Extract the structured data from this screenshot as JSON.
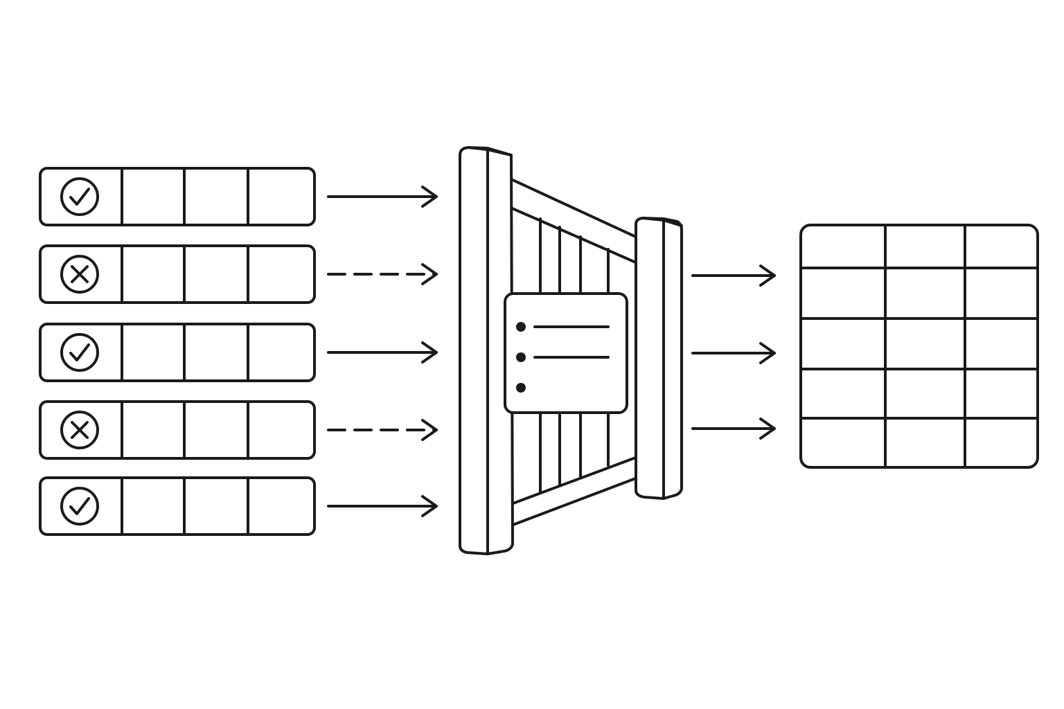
{
  "diagram": {
    "colors": {
      "ink": "#1a1a1a",
      "background": "#ffffff"
    },
    "input_records": [
      {
        "status": "accepted",
        "icon": "check-circle-icon",
        "cells": 4
      },
      {
        "status": "rejected",
        "icon": "x-circle-icon",
        "cells": 4
      },
      {
        "status": "accepted",
        "icon": "check-circle-icon",
        "cells": 4
      },
      {
        "status": "rejected",
        "icon": "x-circle-icon",
        "cells": 4
      },
      {
        "status": "accepted",
        "icon": "check-circle-icon",
        "cells": 4
      }
    ],
    "input_arrows": [
      {
        "style": "solid"
      },
      {
        "style": "dashed"
      },
      {
        "style": "solid"
      },
      {
        "style": "dashed"
      },
      {
        "style": "solid"
      }
    ],
    "gate": {
      "icon": "gate-icon",
      "sign_icon": "checklist-sign-icon",
      "sign_rows": 3,
      "sign_lines": 2
    },
    "output_arrows": [
      {
        "style": "solid"
      },
      {
        "style": "solid"
      },
      {
        "style": "solid"
      }
    ],
    "output_table": {
      "icon": "table-grid-icon",
      "rows": 5,
      "columns": 3
    }
  }
}
